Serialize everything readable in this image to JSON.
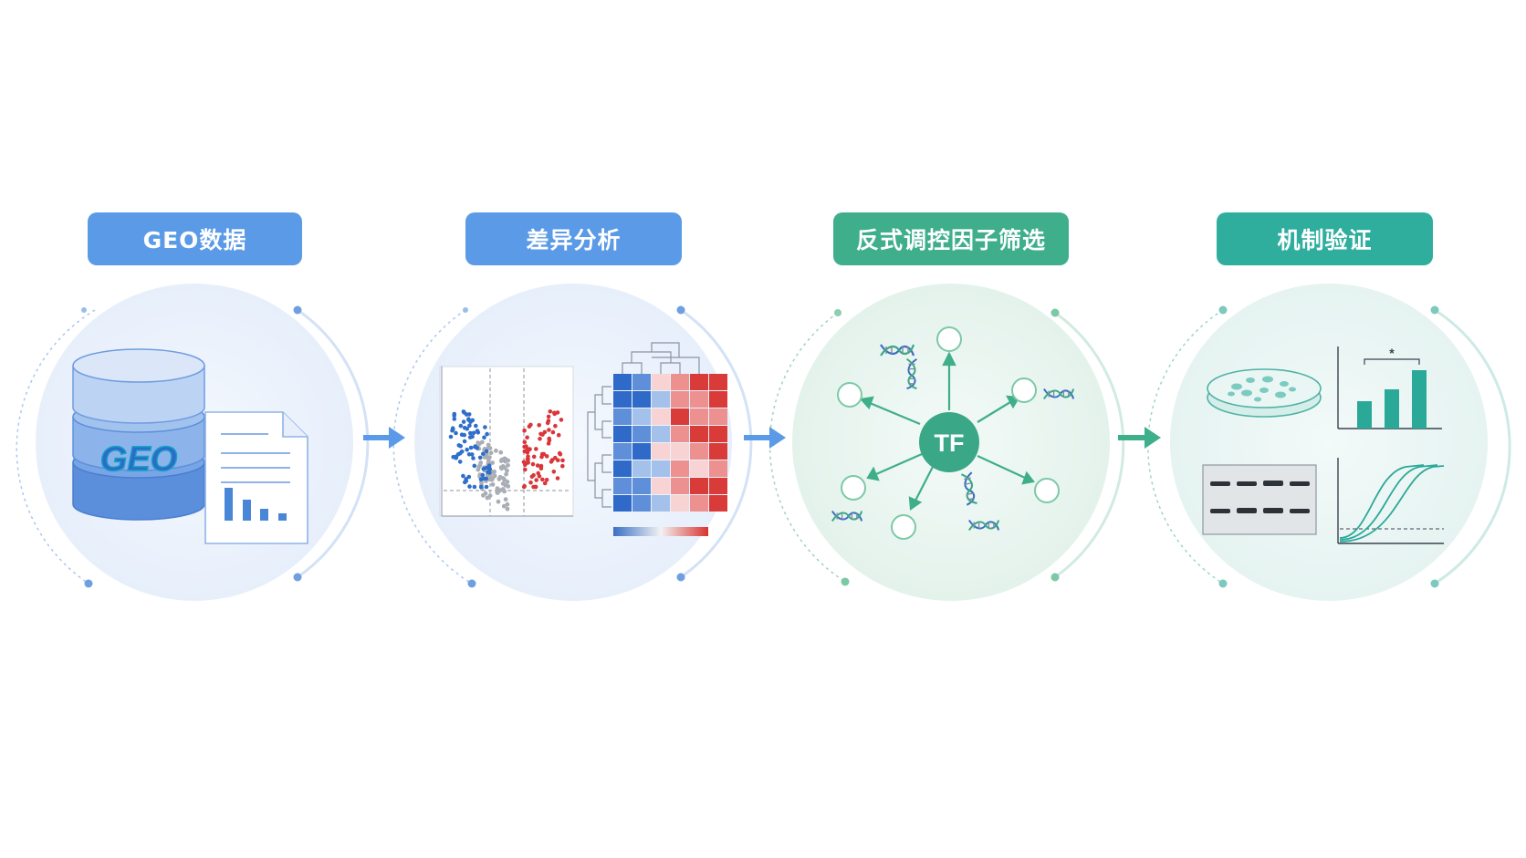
{
  "steps": [
    {
      "label": "GEO数据",
      "color": "#5b9ae6"
    },
    {
      "label": "差异分析",
      "color": "#5b9ae6"
    },
    {
      "label": "反式调控因子筛选",
      "color": "#3fae8a"
    },
    {
      "label": "机制验证",
      "color": "#2fae9e"
    }
  ],
  "geo_logo_text": "GEO",
  "tf_label": "TF",
  "significance_mark": "*",
  "colors": {
    "blue": "#4a86d8",
    "blue_light": "#dbe7f8",
    "green": "#3fae8a",
    "teal": "#2fae9e",
    "red": "#d9453f"
  }
}
